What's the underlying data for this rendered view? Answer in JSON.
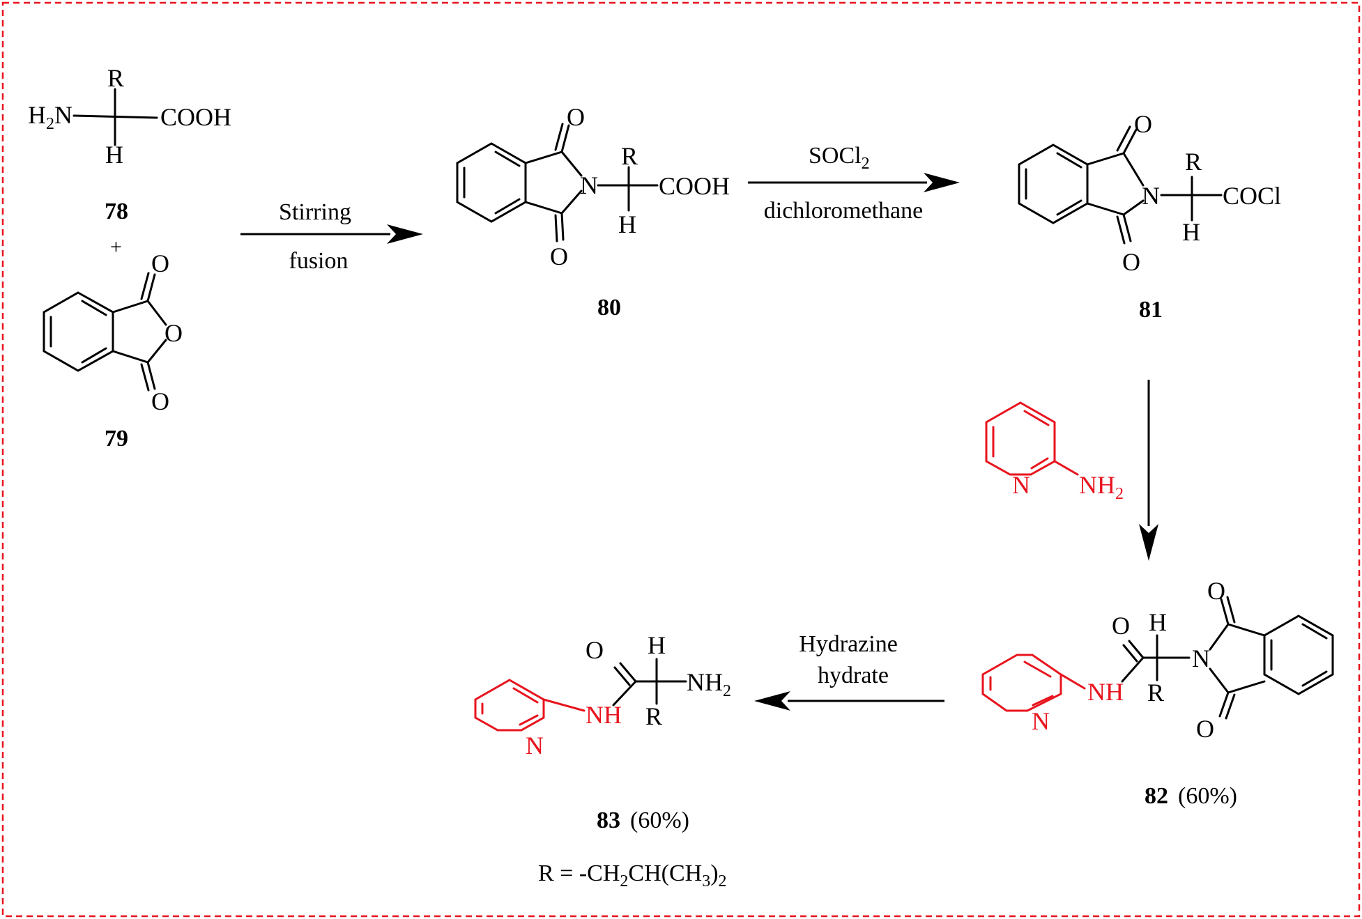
{
  "compounds": {
    "c78": {
      "label": "78",
      "r": "R",
      "h": "H",
      "amine_h": "H",
      "amine_n": "N",
      "amine_sub": "2",
      "cooh": "COOH"
    },
    "plus": "+",
    "c79": {
      "label": "79",
      "o_top": "O",
      "o_ring": "O",
      "o_bottom": "O"
    },
    "c80": {
      "label": "80",
      "o_top": "O",
      "o_bottom": "O",
      "n": "N",
      "r": "R",
      "h": "H",
      "cooh": "COOH"
    },
    "c81": {
      "label": "81",
      "o_top": "O",
      "o_bottom": "O",
      "n": "N",
      "r": "R",
      "h": "H",
      "cocl": "COCl"
    },
    "aminopyridine": {
      "n_ring": "N",
      "nh": "NH",
      "nh_sub": "2"
    },
    "c82": {
      "label": "82",
      "yield": "(60%)",
      "o_amide": "O",
      "h": "H",
      "r": "R",
      "nh": "NH",
      "n_ring": "N",
      "n_imide": "N",
      "o_top": "O",
      "o_bottom": "O"
    },
    "c83": {
      "label": "83",
      "yield": "(60%)",
      "o_amide": "O",
      "h": "H",
      "r": "R",
      "nh": "NH",
      "n_ring": "N",
      "nh2": "NH",
      "nh2_sub": "2"
    }
  },
  "reactions": {
    "step1": {
      "above": "Stirring",
      "below": "fusion"
    },
    "step2": {
      "above_main": "SOCl",
      "above_sub": "2",
      "below": "dichloromethane"
    },
    "step4": {
      "line1": "Hydrazine",
      "line2": "hydrate"
    }
  },
  "footnote": {
    "prefix": "R = -CH",
    "s1": "2",
    "mid": "CH(CH",
    "s2": "3",
    "close": ")",
    "s3": "2"
  },
  "colors": {
    "frame": "#e8141e",
    "highlight": "#e8141e",
    "ink": "#000000"
  }
}
